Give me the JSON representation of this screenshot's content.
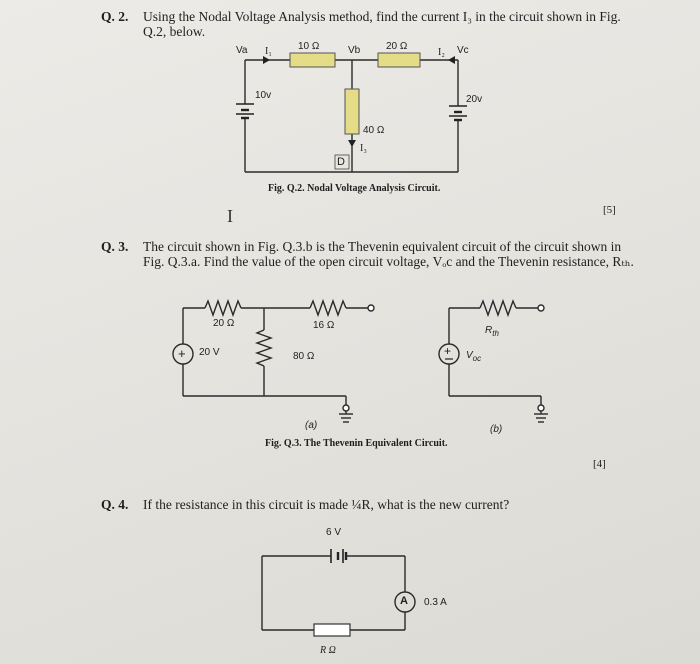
{
  "q2": {
    "number": "Q. 2.",
    "line1": "Using the Nodal Voltage Analysis method, find the current I₃ in the circuit shown in Fig.",
    "line2": "Q.2, below.",
    "labels": {
      "va": "Va",
      "i1": "I₁",
      "r1": "10 Ω",
      "vb": "Vb",
      "r2": "20 Ω",
      "i2": "I₂",
      "vc": "Vc",
      "src1": "10v",
      "src2": "20v",
      "r3": "40 Ω",
      "i3": "I₃",
      "d": "D"
    },
    "caption": "Fig. Q.2. Nodal Voltage Analysis Circuit.",
    "marks": "[5]"
  },
  "cursor": "I",
  "q3": {
    "number": "Q. 3.",
    "line1": "The circuit shown in Fig. Q.3.b is the Thevenin equivalent circuit of the circuit shown in",
    "line2": "Fig. Q.3.a. Find the value of the open circuit voltage, Vₒc and the Thevenin resistance, Rₜₕ.",
    "labels": {
      "r20": "20 Ω",
      "r16": "16 Ω",
      "v20": "20 V",
      "r80": "80 Ω",
      "rth": "R",
      "rth_sub": "th",
      "voc": "V",
      "voc_sub": "oc",
      "a": "(a)",
      "b": "(b)"
    },
    "caption": "Fig. Q.3. The Thevenin Equivalent Circuit.",
    "marks": "[4]"
  },
  "q4": {
    "number": "Q. 4.",
    "line1": "If the resistance in this circuit is made ¼R, what is the new current?",
    "labels": {
      "v6": "6 V",
      "ammeter": "A",
      "current": "0.3 A",
      "r": "R Ω"
    }
  }
}
